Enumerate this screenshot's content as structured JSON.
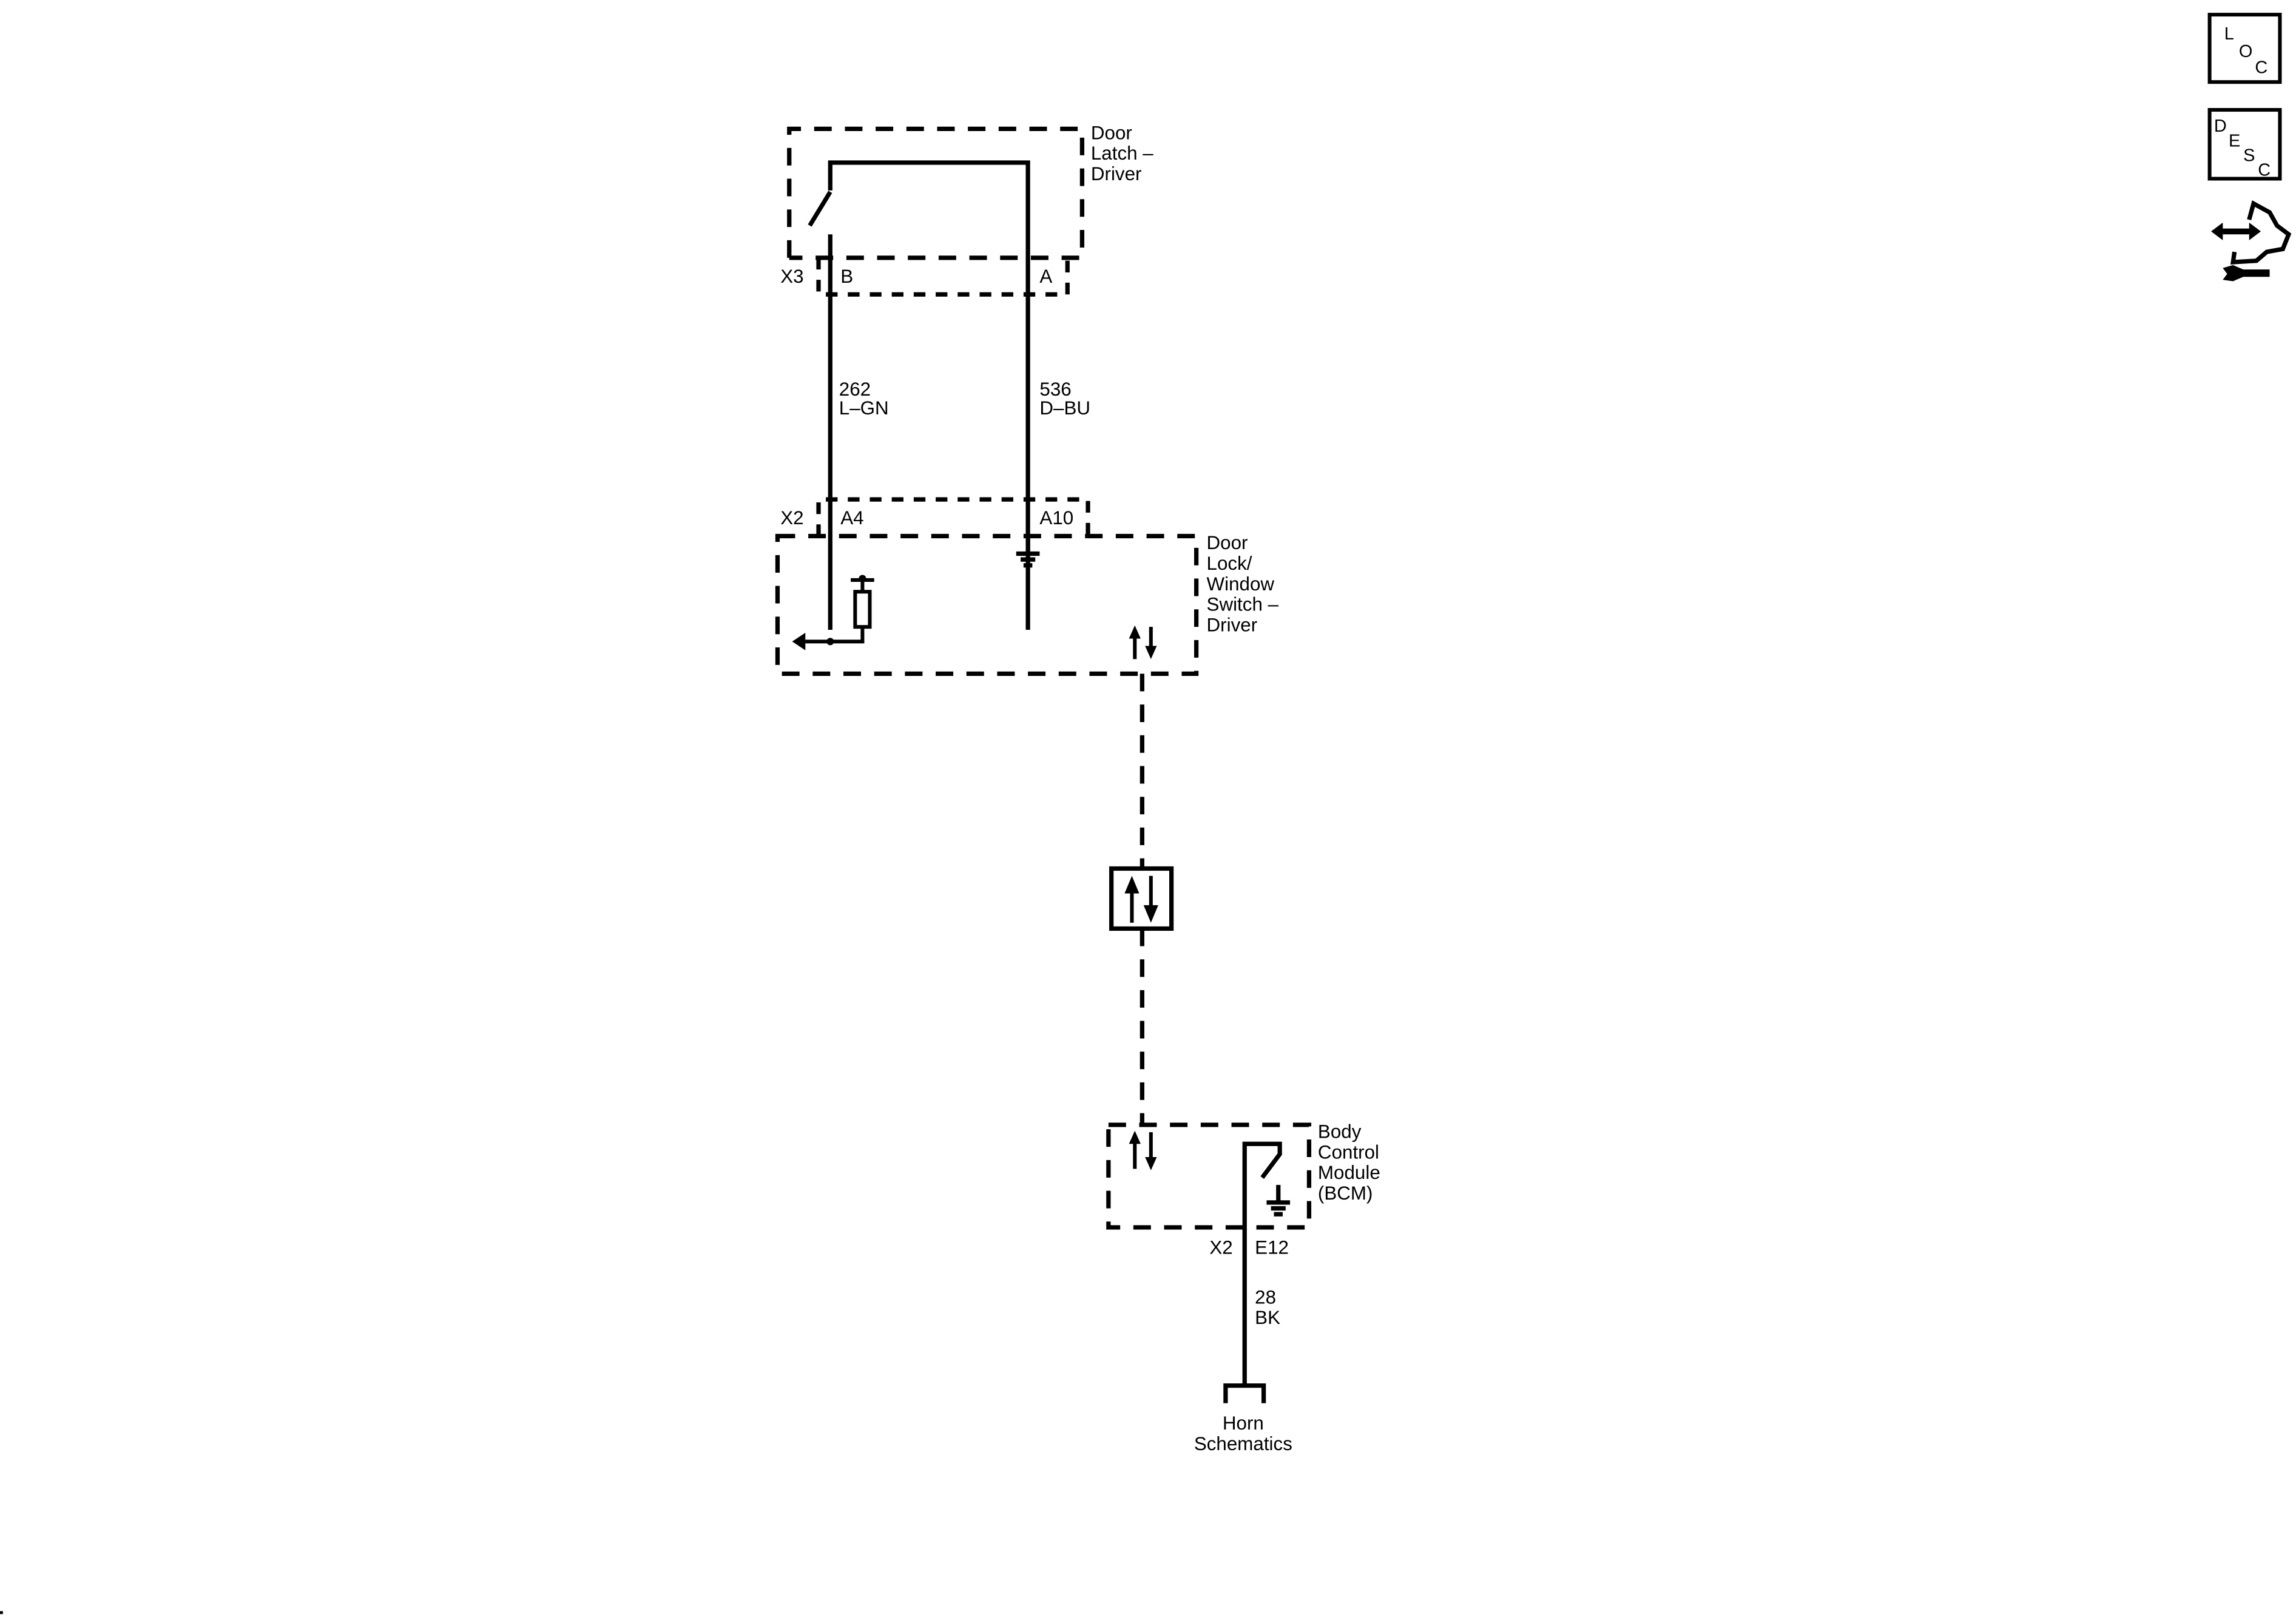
{
  "diagram": {
    "type": "wiring_schematic",
    "components": {
      "door_latch": {
        "name_lines": [
          "Door",
          "Latch –",
          "Driver"
        ],
        "connector": "X3",
        "pins": [
          "B",
          "A"
        ]
      },
      "door_lock_switch": {
        "name_lines": [
          "Door",
          "Lock/",
          "Window",
          "Switch –",
          "Driver"
        ],
        "connector": "X2",
        "pins": [
          "A4",
          "A10"
        ]
      },
      "bcm": {
        "name_lines": [
          "Body",
          "Control",
          "Module",
          "(BCM)"
        ],
        "connector": "X2",
        "pin": "E12"
      },
      "horn_ref": {
        "name_lines": [
          "Horn",
          "Schematics"
        ]
      }
    },
    "wires": [
      {
        "circuit": "262",
        "color": "L–GN"
      },
      {
        "circuit": "536",
        "color": "D–BU"
      },
      {
        "circuit": "28",
        "color": "BK"
      }
    ]
  },
  "side_icons": [
    {
      "name": "loc-icon",
      "letters": [
        "L",
        "O",
        "C"
      ]
    },
    {
      "name": "desc-icon",
      "letters": [
        "D",
        "E",
        "S",
        "C"
      ]
    },
    {
      "name": "connector-repair-icon"
    }
  ]
}
